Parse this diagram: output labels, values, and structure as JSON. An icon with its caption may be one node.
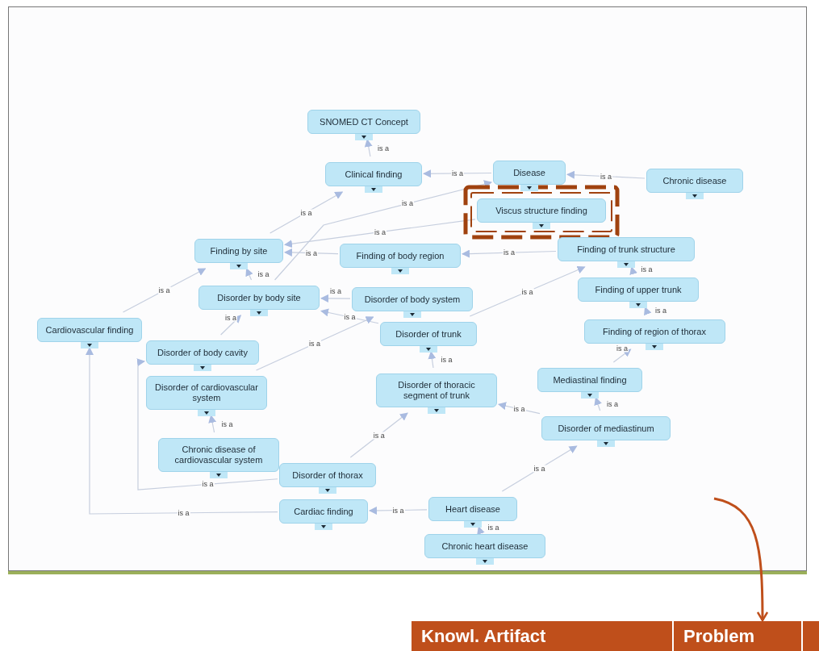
{
  "diagram": {
    "nodes": [
      {
        "text": [
          "SNOMED CT Concept"
        ]
      },
      {
        "text": [
          "Clinical finding"
        ]
      },
      {
        "text": [
          "Disease"
        ]
      },
      {
        "text": [
          "Chronic disease"
        ]
      },
      {
        "text": [
          "Viscus structure finding"
        ]
      },
      {
        "text": [
          "Finding by site"
        ]
      },
      {
        "text": [
          "Finding of body region"
        ]
      },
      {
        "text": [
          "Finding of trunk structure"
        ]
      },
      {
        "text": [
          "Disorder by body site"
        ]
      },
      {
        "text": [
          "Disorder of body system"
        ]
      },
      {
        "text": [
          "Finding of upper trunk"
        ]
      },
      {
        "text": [
          "Cardiovascular finding"
        ]
      },
      {
        "text": [
          "Disorder of body cavity"
        ]
      },
      {
        "text": [
          "Disorder of trunk"
        ]
      },
      {
        "text": [
          "Finding of region of thorax"
        ]
      },
      {
        "text": [
          "Disorder of cardiovascular system"
        ]
      },
      {
        "text": [
          "Disorder of thoracic segment of trunk"
        ]
      },
      {
        "text": [
          "Mediastinal finding"
        ]
      },
      {
        "text": [
          "Disorder of mediastinum"
        ]
      },
      {
        "text": [
          "Chronic disease of cardiovascular system"
        ]
      },
      {
        "text": [
          "Disorder of thorax"
        ]
      },
      {
        "text": [
          "Cardiac finding"
        ]
      },
      {
        "text": [
          "Heart disease"
        ]
      },
      {
        "text": [
          "Chronic heart disease"
        ]
      },
      {
        "text": [
          "Knowl. Artifact"
        ]
      },
      {
        "text": [
          "Problem"
        ]
      }
    ],
    "edges": [
      {
        "from": 1,
        "to": 0,
        "arrow": "to",
        "label": "is a"
      },
      {
        "from": 2,
        "to": 1,
        "arrow": "to",
        "label": "is a"
      },
      {
        "from": 3,
        "to": 2,
        "arrow": "to",
        "label": "is a"
      },
      {
        "from": 5,
        "to": 1,
        "arrow": "to",
        "label": "is a"
      },
      {
        "from": 4,
        "to": 5,
        "arrow": "to",
        "label": "is a"
      },
      {
        "from": 6,
        "to": 5,
        "arrow": "to",
        "label": "is a"
      },
      {
        "from": 7,
        "to": 6,
        "arrow": "to",
        "label": "is a"
      },
      {
        "from": 8,
        "to": 5,
        "arrow": "to",
        "label": "is a"
      },
      {
        "from": 8,
        "to": 2,
        "arrow": "to",
        "label": "is a"
      },
      {
        "from": 9,
        "to": 8,
        "arrow": "to",
        "label": "is a"
      },
      {
        "from": 10,
        "to": 7,
        "arrow": "to",
        "label": "is a"
      },
      {
        "from": 11,
        "to": 5,
        "arrow": "to",
        "label": "is a"
      },
      {
        "from": 12,
        "to": 8,
        "arrow": "to",
        "label": "is a"
      },
      {
        "from": 13,
        "to": 8,
        "arrow": "to",
        "label": "is a"
      },
      {
        "from": 13,
        "to": 7,
        "arrow": "to",
        "label": "is a"
      },
      {
        "from": 14,
        "to": 10,
        "arrow": "to",
        "label": "is a"
      },
      {
        "from": 15,
        "to": 9,
        "arrow": "to",
        "label": "is a"
      },
      {
        "from": 16,
        "to": 13,
        "arrow": "to",
        "label": "is a"
      },
      {
        "from": 17,
        "to": 14,
        "arrow": "to",
        "label": "is a"
      },
      {
        "from": 18,
        "to": 17,
        "arrow": "to",
        "label": "is a"
      },
      {
        "from": 18,
        "to": 16,
        "arrow": "to",
        "label": "is a"
      },
      {
        "from": 19,
        "to": 15,
        "arrow": "to",
        "label": "is a"
      },
      {
        "from": 20,
        "to": 16,
        "arrow": "to",
        "label": "is a"
      },
      {
        "from": 20,
        "to": 12,
        "arrow": "to",
        "label": "is a"
      },
      {
        "from": 21,
        "to": 11,
        "arrow": "to",
        "label": "is a"
      },
      {
        "from": 22,
        "to": 21,
        "arrow": "to",
        "label": "is a"
      },
      {
        "from": 22,
        "to": 18,
        "arrow": "to",
        "label": "is a"
      },
      {
        "from": 23,
        "to": 22,
        "arrow": "to",
        "label": "is a"
      },
      {
        "from": null,
        "to": 25,
        "arrow": "to",
        "style": "thick",
        "color": "#bf4f1b"
      }
    ]
  }
}
